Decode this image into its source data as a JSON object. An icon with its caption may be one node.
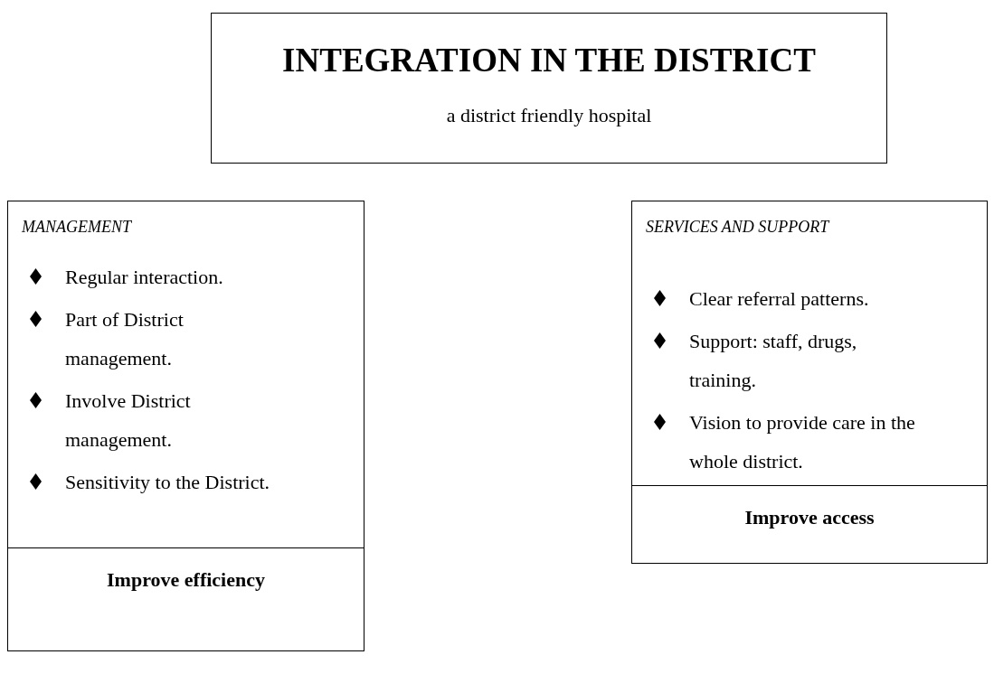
{
  "diagram": {
    "nodes": [
      {
        "text": [
          "INTEGRATION IN THE DISTRICT",
          "a district friendly hospital"
        ]
      },
      {
        "text": [
          "MANAGEMENT",
          "Regular interaction.",
          "Part of District management.",
          "Involve District management.",
          "Sensitivity to the District."
        ]
      },
      {
        "text": [
          "Improve efficiency"
        ]
      },
      {
        "text": [
          "SERVICES AND SUPPORT",
          "Clear referral patterns.",
          "Support: staff, drugs, training.",
          "Vision to provide care in the whole district."
        ]
      },
      {
        "text": [
          "Improve access"
        ]
      }
    ],
    "edges": []
  }
}
